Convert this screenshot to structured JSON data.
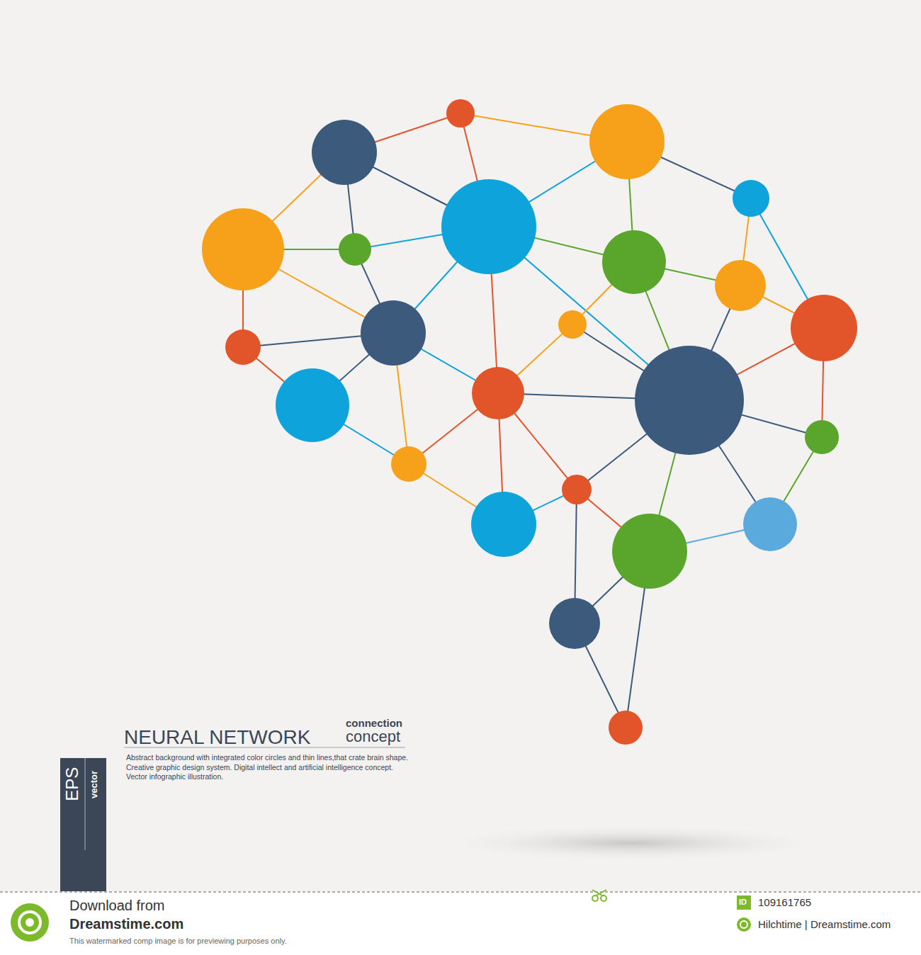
{
  "diagram": {
    "title": "NEURAL NETWORK",
    "caption": "Abstract background with integrated color circles and thin lines,that crate brain shape. Creative graphic design system. Digital intellect and artificial intelligence concept. Vector infographic illustration.",
    "labels": [
      "connection",
      "concept",
      "EPS",
      "vector",
      "Download from",
      "Dreamstime.com",
      "This watermarked comp image is for previewing purposes only.",
      "ID",
      "109161765",
      "Hilchtime | Dreamstime.com"
    ]
  }
}
